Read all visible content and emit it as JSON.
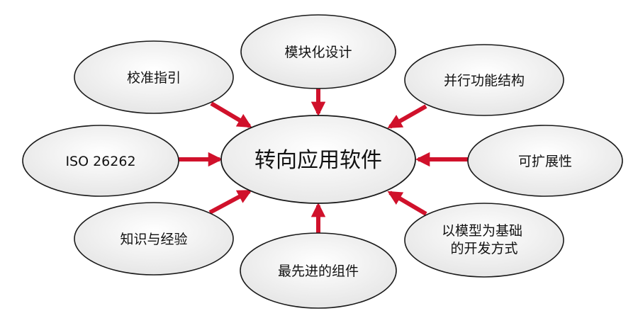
{
  "center": {
    "label": "转向应用软件"
  },
  "nodes": [
    {
      "id": "modular-design",
      "label": "模块化设计"
    },
    {
      "id": "calibration-guide",
      "label": "校准指引"
    },
    {
      "id": "parallel-structure",
      "label": "并行功能结构"
    },
    {
      "id": "iso-26262",
      "label": "ISO 26262"
    },
    {
      "id": "extensibility",
      "label": "可扩展性"
    },
    {
      "id": "knowledge-experience",
      "label": "知识与经验"
    },
    {
      "id": "model-based-development",
      "label": "以模型为基础\n的开发方式"
    },
    {
      "id": "advanced-components",
      "label": "最先进的组件"
    }
  ],
  "colors": {
    "arrow": "#d0112b",
    "node_outline": "#1a1a1a",
    "node_fill": "#f2f2f2"
  }
}
